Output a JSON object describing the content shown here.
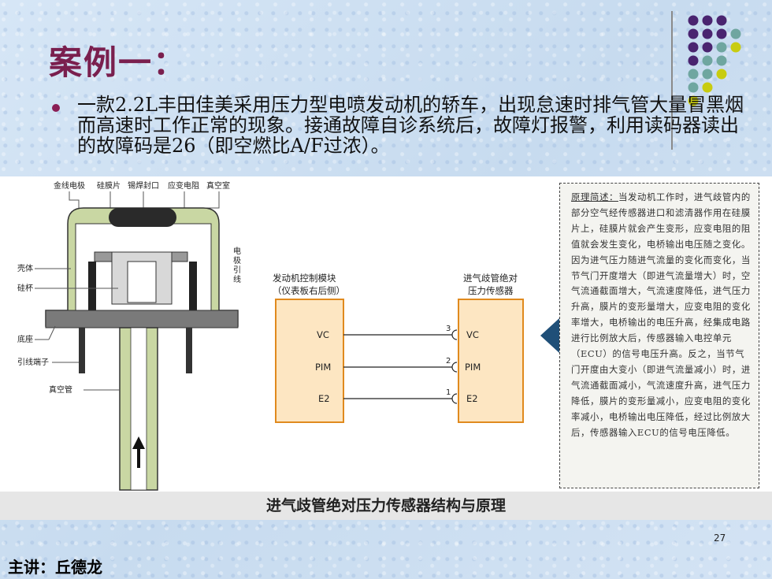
{
  "slide": {
    "title": "案例一：",
    "bullet": "一款2.2L丰田佳美采用压力型电喷发动机的轿车，出现怠速时排气管大量冒黑烟而高速时工作正常的现象。接通故障自诊系统后，故障灯报警，利用读码器读出的故障码是26（即空燃比A/F过浓）。",
    "page_number": "27",
    "presenter": "主讲：丘德龙"
  },
  "figure": {
    "caption": "进气歧管绝对压力传感器结构与原理",
    "sensor_labels": {
      "top_gold_electrode": "金线电极",
      "top_silicon_film": "硅膜片",
      "top_tin_seal": "锡焊封口",
      "top_strain_resistor": "应变电阻",
      "top_vacuum_chamber": "真空室",
      "shell": "壳体",
      "silicon_cup": "硅杯",
      "base": "底座",
      "lead_terminal": "引线端子",
      "vacuum_tube": "真空管",
      "electrode_lead": "电极引线"
    },
    "ecm": {
      "title_line1": "发动机控制模块",
      "title_line2": "（仪表板右后侧）",
      "pins": [
        "VC",
        "PIM",
        "E2"
      ]
    },
    "map_sensor": {
      "title_line1": "进气歧管绝对",
      "title_line2": "压力传感器",
      "pins": [
        "VC",
        "PIM",
        "E2"
      ],
      "pin_numbers": [
        "3",
        "2",
        "1"
      ]
    },
    "principle": {
      "heading": "原理简述：",
      "text": "当发动机工作时，进气歧管内的部分空气经传感器进口和滤清器作用在硅膜片上，硅膜片就会产生变形，应变电阻的阻值就会发生变化，电桥输出电压随之变化。因为进气压力随进气流量的变化而变化，当节气门开度增大（即进气流量增大）时，空气流通截面增大，气流速度降低，进气压力升高，膜片的变形量增大，应变电阻的变化率增大，电桥输出的电压升高，经集成电路进行比例放大后，传感器输入电控单元（ECU）的信号电压升高。反之，当节气门开度由大变小（即进气流量减小）时，进气流通截面减小，气流速度升高，进气压力降低，膜片的变形量减小，应变电阻的变化率减小，电桥输出电压降低，经过比例放大后，传感器输入ECU的信号电压降低。"
    }
  },
  "colors": {
    "title": "#7a1f4e",
    "sensor_body": "#c9d7a3",
    "box_fill": "#fde6c2",
    "box_border": "#e08a1e",
    "arrow": "#1f4f78",
    "dot_purple": "#4a2470",
    "dot_teal": "#6fa6a0",
    "dot_yellow": "#c8cc10"
  }
}
